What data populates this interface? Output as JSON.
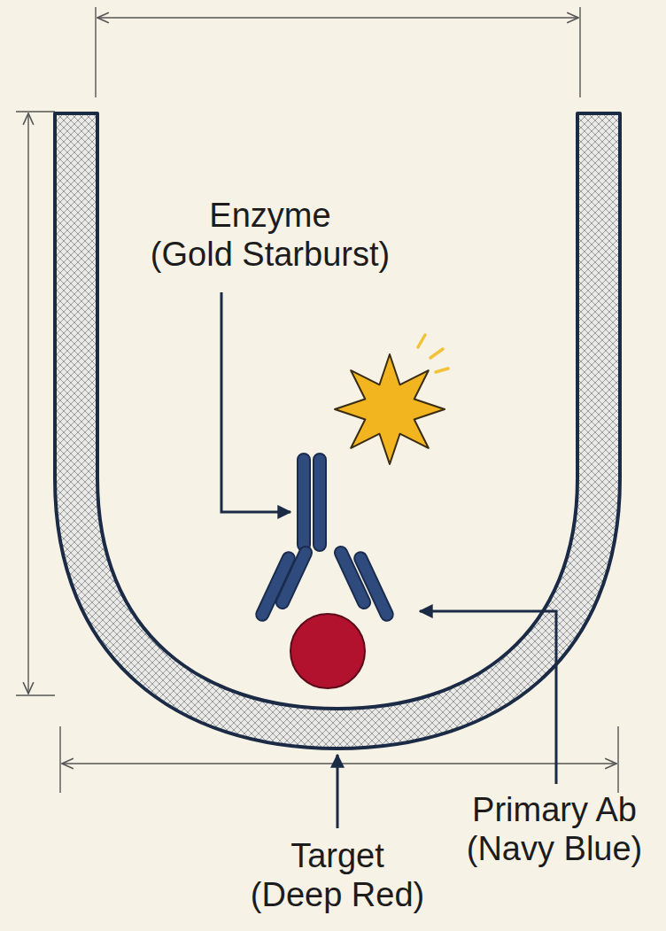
{
  "diagram": {
    "labels": [
      "Enzyme (Gold Starburst)",
      "Primary Ab (Navy Blue)",
      "Target (Deep Red)"
    ]
  }
}
